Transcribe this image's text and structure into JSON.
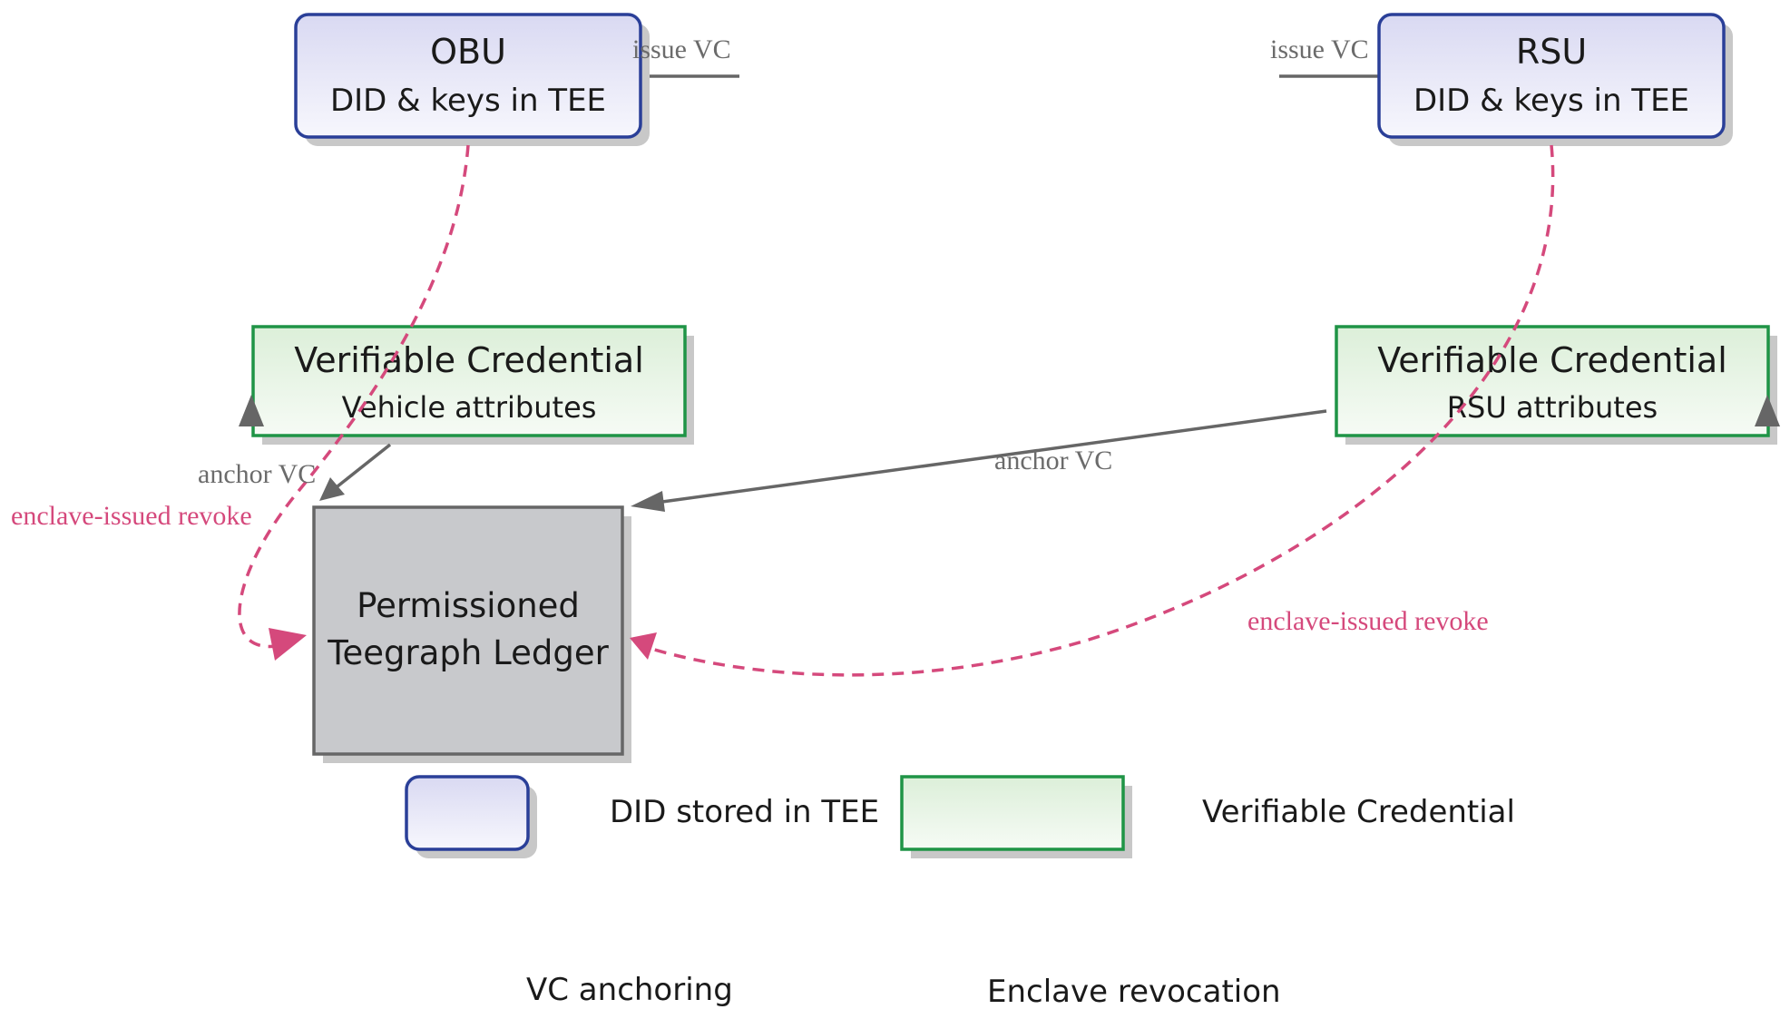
{
  "nodes": {
    "obu": {
      "title": "OBU",
      "subtitle": "DID & keys in TEE"
    },
    "rsu": {
      "title": "RSU",
      "subtitle": "DID & keys in TEE"
    },
    "vc_vehicle": {
      "title": "Verifiable Credential",
      "subtitle": "Vehicle attributes"
    },
    "vc_rsu": {
      "title": "Verifiable Credential",
      "subtitle": "RSU attributes"
    },
    "ledger": {
      "line1": "Permissioned",
      "line2": "Teegraph Ledger"
    }
  },
  "edges": {
    "obu_issue": "issue VC",
    "rsu_issue": "issue VC",
    "vehicle_anchor": "anchor VC",
    "rsu_anchor": "anchor VC",
    "obu_revoke": "enclave-issued revoke",
    "rsu_revoke": "enclave-issued revoke"
  },
  "legend": {
    "did_label": "DID stored in TEE",
    "vc_label": "Verifiable Credential",
    "anchor_label": "VC anchoring",
    "revoke_label": "Enclave revocation"
  },
  "colors": {
    "did_border": "#2a3f98",
    "vc_border": "#1f9446",
    "ledger_fill": "#c8c9cc",
    "ledger_border": "#666666",
    "anchor_arrow": "#666666",
    "revoke_arrow": "#d5497c",
    "shadow": "#c8c8c8"
  }
}
